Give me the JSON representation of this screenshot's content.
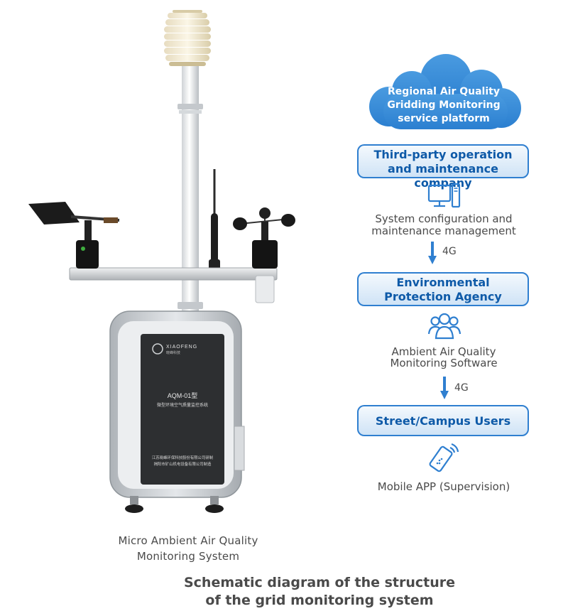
{
  "device": {
    "brand": "XIAOFENG",
    "brand_cn": "晓峰科技",
    "model": "AQM-01型",
    "model_desc": "微型环境空气质量监控系统",
    "maker_line1": "江苏晓峰环保科技股份有限公司研制",
    "maker_line2": "揭阳市矿山机电设备有限公司制造",
    "caption_line1": "Micro Ambient Air Quality",
    "caption_line2": "Monitoring System"
  },
  "cloud": {
    "line1": "Regional Air Quality",
    "line2": "Gridding Monitoring",
    "line3": "service platform",
    "color": "#2e86d6"
  },
  "flow": {
    "box1": {
      "line1": "Third-party operation",
      "line2": "and maintenance company"
    },
    "desc1": {
      "line1": "System configuration and",
      "line2": "maintenance management",
      "icon": "computer-icon"
    },
    "link1": "4G",
    "box2": {
      "line1": "Environmental",
      "line2": "Protection Agency"
    },
    "desc2": {
      "line1": "Ambient Air Quality",
      "line2": "Monitoring Software",
      "icon": "users-group-icon"
    },
    "link2": "4G",
    "box3": {
      "line1": "Street/Campus Users"
    },
    "desc3": {
      "line1": "Mobile APP (Supervision)",
      "icon": "mobile-phone-icon"
    }
  },
  "title": {
    "line1": "Schematic diagram of the structure",
    "line2": "of the grid monitoring system"
  },
  "colors": {
    "accent": "#2f7fd0",
    "box_text": "#0e5aa8",
    "body_text": "#4a4a4a"
  }
}
